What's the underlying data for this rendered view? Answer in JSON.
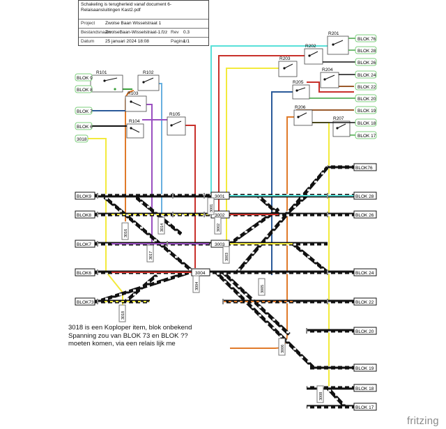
{
  "title_block": {
    "title": "Schakeling is terugherleid vanaf document 6-Relaisaansluitingen Kast2.pdf",
    "project_label": "Project",
    "project_value": "Zwolse Baan Wisselstraat 1",
    "file_label": "Bestandsnaam",
    "file_value": "ZwolseBaan-Wisselstraat-1.fzz",
    "rev_label": "Rev",
    "rev_value": "0.3",
    "date_label": "Datum",
    "date_value": "25 januari 2024 18:08",
    "page_label": "Pagina",
    "page_value": "1/1"
  },
  "relays": [
    "R101",
    "R102",
    "R103",
    "R104",
    "R105",
    "R201",
    "R202",
    "R203",
    "R204",
    "R205",
    "R206",
    "R207"
  ],
  "left_labels": [
    "BLOK 9",
    "BLOK 8",
    "BLOK 7",
    "BLOK 6",
    "3018"
  ],
  "right_labels": [
    "BLOK 76",
    "BLOK 28",
    "BLOK 26",
    "BLOK 24",
    "BLOK 22",
    "BLOK 20",
    "BLOK 19",
    "BLOK 18",
    "BLOK 17"
  ],
  "track_left": [
    "BLOK9",
    "BLOK8",
    "BLOK7",
    "BLOK6",
    "BLOK73"
  ],
  "track_right": [
    "BLOK76",
    "BLOK 28",
    "BLOK 26",
    "BLOK 24",
    "BLOK 22",
    "BLOK 20",
    "BLOK 19",
    "BLOK 18",
    "BLOK 17"
  ],
  "switch_boxes": [
    "3001",
    "3002",
    "3003",
    "3004"
  ],
  "rotated_tags": [
    "3016",
    "3014",
    "3017",
    "3004",
    "3018",
    "3001",
    "3002",
    "3003",
    "3005",
    "3006",
    "3008"
  ],
  "note_lines": [
    "3018 is een Koploper item, blok onbekend",
    "Spanning zou van BLOK 73 en BLOK ??",
    "moeten komen, via een relais lijk me"
  ],
  "brand": "fritzing",
  "colors": {
    "red": "#c8302a",
    "cyan": "#58e0d8",
    "yellow": "#f3ea3c",
    "orange": "#e07a2a",
    "purple": "#9a4fc0",
    "lightblue": "#68b0e0",
    "darkblue": "#2a5a9a",
    "brown": "#9a5a2a",
    "green": "#3aa03a",
    "black": "#111111",
    "label_green": "#7ccf7c"
  }
}
